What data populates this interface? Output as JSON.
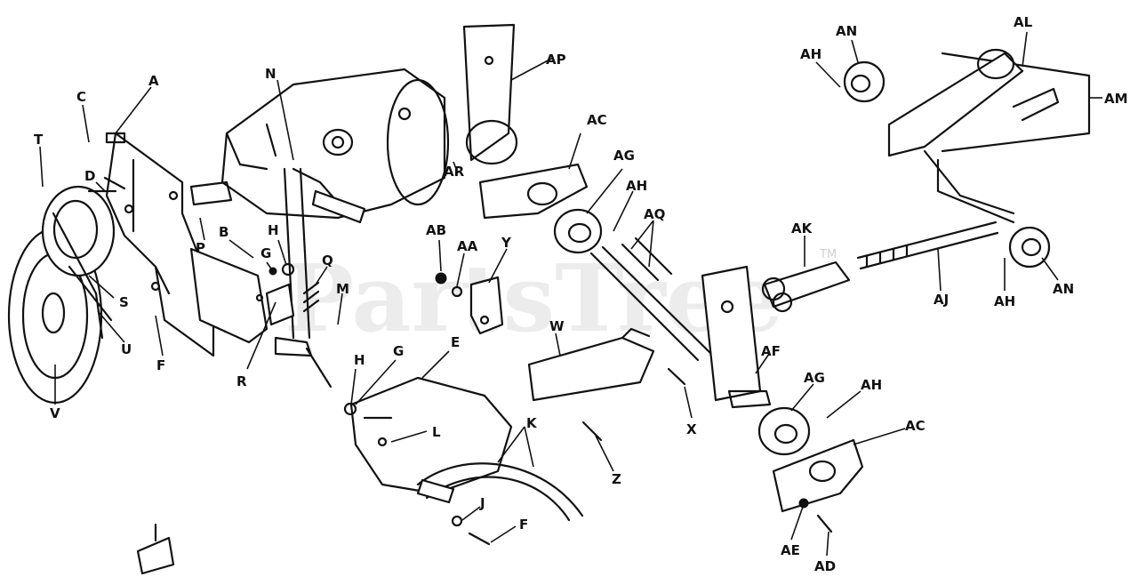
{
  "watermark": {
    "text": "PartsTree",
    "trademark": "TM"
  },
  "labels": {
    "A": "A",
    "B": "B",
    "C": "C",
    "D": "D",
    "E": "E",
    "F": "F",
    "G": "G",
    "H": "H",
    "J": "J",
    "K": "K",
    "L": "L",
    "M": "M",
    "N": "N",
    "P": "P",
    "Q": "Q",
    "R": "R",
    "S": "S",
    "T": "T",
    "U": "U",
    "V": "V",
    "W": "W",
    "X": "X",
    "Y": "Y",
    "Z": "Z",
    "AA": "AA",
    "AB": "AB",
    "AC": "AC",
    "AD": "AD",
    "AE": "AE",
    "AF": "AF",
    "AG": "AG",
    "AH": "AH",
    "AJ": "AJ",
    "AK": "AK",
    "AL": "AL",
    "AM": "AM",
    "AN": "AN",
    "AP": "AP",
    "AQ": "AQ",
    "AR": "AR"
  }
}
